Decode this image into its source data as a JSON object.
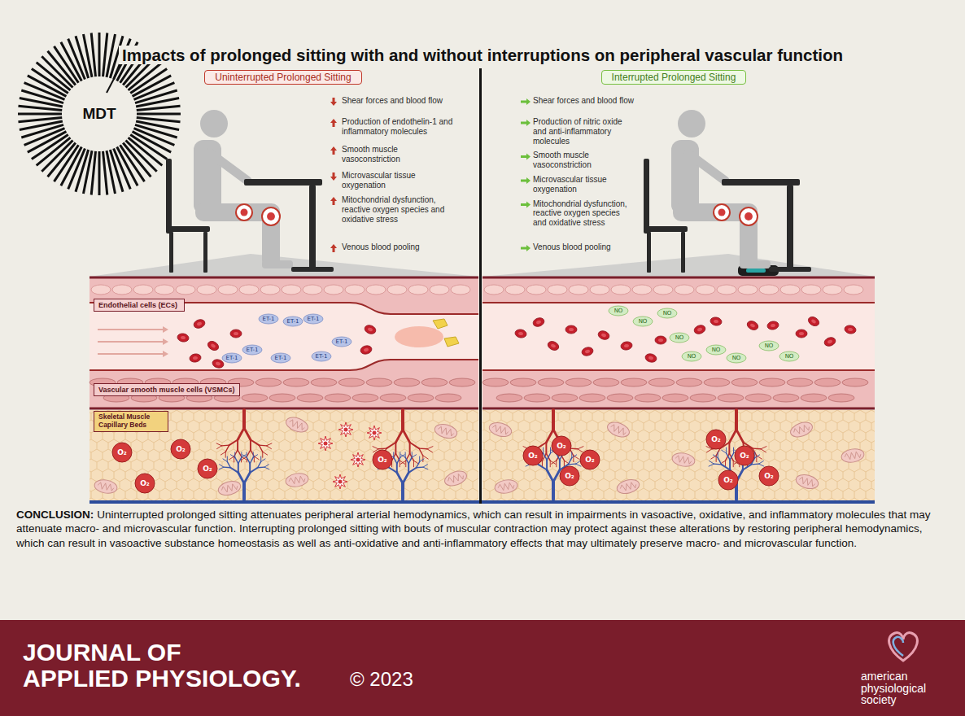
{
  "diagram": {
    "title": "Impacts of prolonged sitting with and without interruptions on peripheral vascular function",
    "caption": "Uninterrupted prolonged sitting attenuates peripheral arterial hemodynamics, which can result in impairments in vasoactive, oxidative, and inflammatory molecules that may attenuate macro- and microvascular function. Interrupting prolonged sitting with bouts of muscular contraction may protect against these alterations by restoring peripheral hemodynamics, which can result in vasoactive substance homeostasis as well as anti-oxidative and anti-inflammatory effects that may ultimately preserve macro- and microvascular function.",
    "nodes": [
      {
        "text": [
          "Uninterrupted Prolonged Sitting"
        ]
      },
      {
        "text": [
          "Interrupted Prolonged Sitting"
        ]
      },
      {
        "text": [
          "Endothelial cells (ECs)"
        ]
      },
      {
        "text": [
          "Vascular smooth muscle cells (VSMCs)"
        ]
      },
      {
        "text": [
          "Skeletal Muscle Capillary Beds"
        ]
      }
    ],
    "labels": [
      "MDT",
      "Shear forces and blood flow",
      "Production of endothelin-1 and inflammatory molecules",
      "Smooth muscle vasoconstriction",
      "Microvascular tissue oxygenation",
      "Mitochondrial dysfunction, reactive oxygen species and oxidative stress",
      "Venous blood pooling",
      "Shear forces and blood flow",
      "Production of nitric oxide and anti-inflammatory molecules",
      "Smooth muscle vasoconstriction",
      "Microvascular tissue oxygenation",
      "Mitochondrial dysfunction, reactive oxygen species and oxidative stress",
      "Venous blood pooling",
      "ET-1",
      "ET-1",
      "ET-1",
      "ET-1",
      "ET-1",
      "ET-1",
      "ET-1",
      "ET-1",
      "NO",
      "NO",
      "NO",
      "NO",
      "NO",
      "NO",
      "NO",
      "NO",
      "NO",
      "O₂",
      "O₂",
      "O₂",
      "O₂",
      "O₂",
      "O₂",
      "O₂",
      "O₂",
      "O₂",
      "O₂",
      "O₂",
      "O₂",
      "O₂",
      "CONCLUSION:",
      "JOURNAL OF",
      "APPLIED PHYSIOLOGY.",
      "© 2023",
      "american physiological society"
    ]
  }
}
